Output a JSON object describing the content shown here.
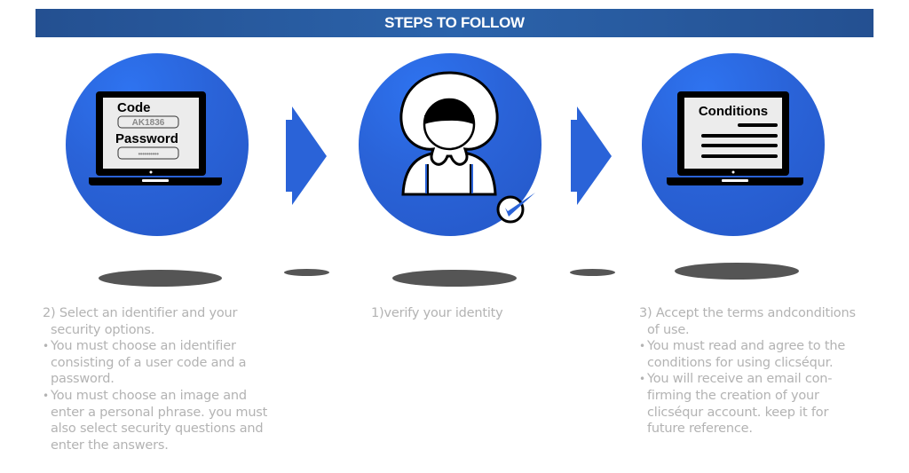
{
  "banner": {
    "title": "STEPS TO FOLLOW"
  },
  "colors": {
    "banner": "#2b63ab",
    "circle": "#2a63d8",
    "arrow": "#2a63d8",
    "text": "#b3b3b3",
    "shadow": "#555555"
  },
  "steps": [
    {
      "icon": "laptop-login-icon",
      "screen": {
        "code_label": "Code",
        "code_value": "AK1836",
        "password_label": "Password",
        "password_value": "••••••••••"
      },
      "heading_1": "2) Select an identifier and your",
      "heading_2": "security options.",
      "bullets": [
        [
          "You must choose an identifier",
          "consisting of a user code and a",
          "password."
        ],
        [
          "You must choose an image and",
          "enter a personal phrase. you must",
          "also select security questions and",
          "enter the answers."
        ]
      ]
    },
    {
      "icon": "user-verified-icon",
      "heading_1": "1)verify your identity"
    },
    {
      "icon": "laptop-conditions-icon",
      "screen": {
        "title": "Conditions"
      },
      "heading_1": "3) Accept the terms andconditions",
      "heading_2": "of use.",
      "bullets": [
        [
          "You must read and agree to the",
          "conditions for using clicséqur."
        ],
        [
          "You will receive an email con-",
          "firming the creation of your",
          "clicséqur account. keep it for",
          "future reference."
        ]
      ]
    }
  ]
}
